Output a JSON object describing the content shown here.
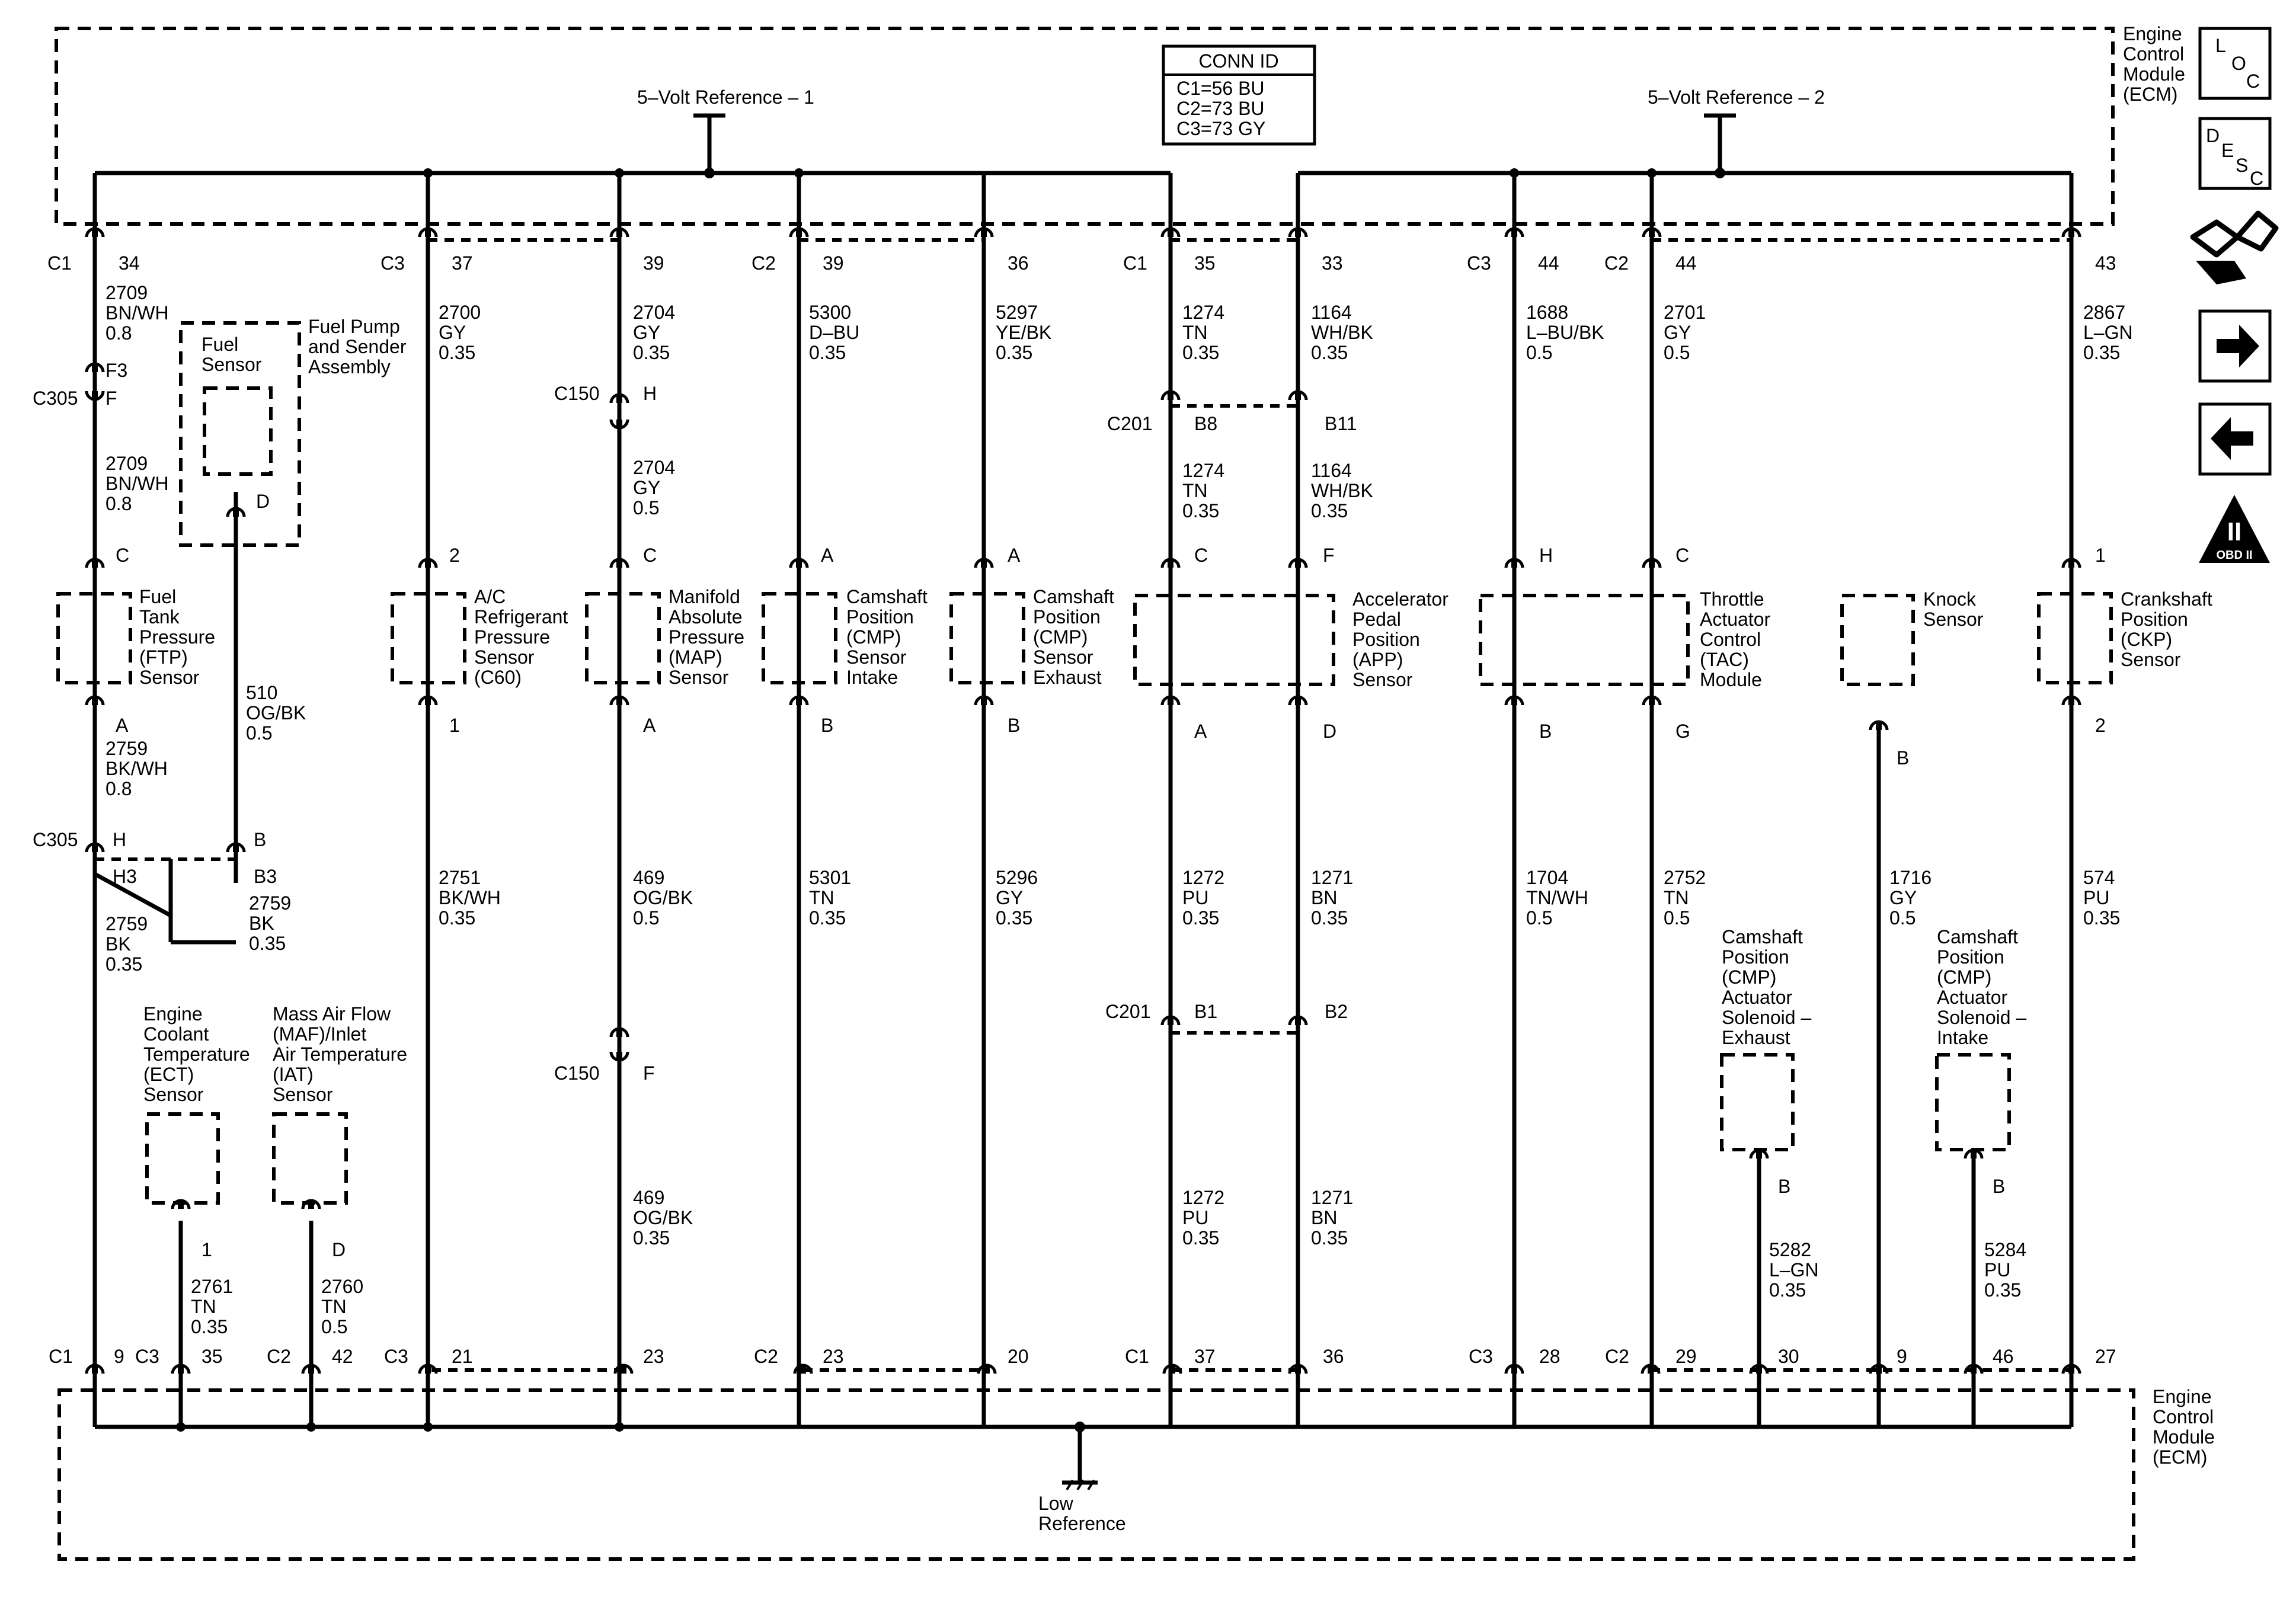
{
  "module_top": [
    "Engine",
    "Control",
    "Module",
    "(ECM)"
  ],
  "module_bottom": [
    "Engine",
    "Control",
    "Module",
    "(ECM)"
  ],
  "conn_id": {
    "title": "CONN ID",
    "lines": [
      "C1=56 BU",
      "C2=73 BU",
      "C3=73 GY"
    ]
  },
  "ref1": "5–Volt Reference – 1",
  "ref2": "5–Volt Reference – 2",
  "low_ref": [
    "Low",
    "Reference"
  ],
  "top_pins": [
    {
      "conn": "C1",
      "pin": "34"
    },
    {
      "conn": "C3",
      "pin": "37"
    },
    {
      "conn": "",
      "pin": "39"
    },
    {
      "conn": "C2",
      "pin": "39"
    },
    {
      "conn": "",
      "pin": "36"
    },
    {
      "conn": "C1",
      "pin": "35"
    },
    {
      "conn": "",
      "pin": "33"
    },
    {
      "conn": "C3",
      "pin": "44"
    },
    {
      "conn": "C2",
      "pin": "44"
    },
    {
      "conn": "",
      "pin": "43"
    }
  ],
  "top_wires": [
    [
      "2709",
      "BN/WH",
      "0.8"
    ],
    [
      "2700",
      "GY",
      "0.35"
    ],
    [
      "2704",
      "GY",
      "0.35"
    ],
    [
      "5300",
      "D–BU",
      "0.35"
    ],
    [
      "5297",
      "YE/BK",
      "0.35"
    ],
    [
      "1274",
      "TN",
      "0.35"
    ],
    [
      "1164",
      "WH/BK",
      "0.35"
    ],
    [
      "1688",
      "L–BU/BK",
      "0.5"
    ],
    [
      "2701",
      "GY",
      "0.5"
    ],
    [
      "2867",
      "L–GN",
      "0.35"
    ]
  ],
  "inline": {
    "c305_top": {
      "conn": "C305",
      "pin_top": "F3",
      "pin_bot": "F"
    },
    "ftp_upper_wire": [
      "2709",
      "BN/WH",
      "0.8"
    ],
    "c150_top": {
      "conn": "C150",
      "pin": "H"
    },
    "map_upper_wire": [
      "2704",
      "GY",
      "0.5"
    ],
    "c201_top": {
      "conn": "C201",
      "pin_a": "B8",
      "pin_b": "B11"
    },
    "app_wire_c": [
      "1274",
      "TN",
      "0.35"
    ],
    "app_wire_f": [
      "1164",
      "WH/BK",
      "0.35"
    ],
    "c305_bot": {
      "conn": "C305",
      "pin_a": "H",
      "pin_b": "B",
      "pin_a2": "H3",
      "pin_b2": "B3"
    },
    "ftp_lower_wire": [
      "2759",
      "BK/WH",
      "0.8"
    ],
    "fuel_sender_wire": [
      "510",
      "OG/BK",
      "0.5"
    ],
    "bk_wire_right": [
      "2759",
      "BK",
      "0.35"
    ],
    "bk_wire_left": [
      "2759",
      "BK",
      "0.35"
    ],
    "c150_bot": {
      "conn": "C150",
      "pin": "F"
    },
    "c201_bot": {
      "conn": "C201",
      "pin_a": "B1",
      "pin_b": "B2"
    }
  },
  "components": [
    {
      "name": [
        "Fuel",
        "Tank",
        "Pressure",
        "(FTP)",
        "Sensor"
      ],
      "pin_top": "C",
      "pin_bot": "A"
    },
    {
      "name": [
        "Fuel",
        "Sensor"
      ],
      "pin_bot": "D"
    },
    {
      "name": [
        "Fuel Pump",
        "and Sender",
        "Assembly"
      ]
    },
    {
      "name": [
        "A/C",
        "Refrigerant",
        "Pressure",
        "Sensor",
        "(C60)"
      ],
      "pin_top": "2",
      "pin_bot": "1"
    },
    {
      "name": [
        "Manifold",
        "Absolute",
        "Pressure",
        "(MAP)",
        "Sensor"
      ],
      "pin_top": "C",
      "pin_bot": "A"
    },
    {
      "name": [
        "Camshaft",
        "Position",
        "(CMP)",
        "Sensor",
        "Intake"
      ],
      "pin_top": "A",
      "pin_bot": "B"
    },
    {
      "name": [
        "Camshaft",
        "Position",
        "(CMP)",
        "Sensor",
        "Exhaust"
      ],
      "pin_top": "A",
      "pin_bot": "B"
    },
    {
      "name": [
        "Accelerator",
        "Pedal",
        "Position",
        "(APP)",
        "Sensor"
      ],
      "pin_top_a": "C",
      "pin_top_b": "F",
      "pin_bot_a": "A",
      "pin_bot_b": "D"
    },
    {
      "name": [
        "Throttle",
        "Actuator",
        "Control",
        "(TAC)",
        "Module"
      ],
      "pin_top_a": "H",
      "pin_top_b": "C",
      "pin_bot_a": "B",
      "pin_bot_b": "G"
    },
    {
      "name": [
        "Knock",
        "Sensor"
      ],
      "pin_bot": "B"
    },
    {
      "name": [
        "Crankshaft",
        "Position",
        "(CKP)",
        "Sensor"
      ],
      "pin_top": "1",
      "pin_bot": "2"
    },
    {
      "name": [
        "Engine",
        "Coolant",
        "Temperature",
        "(ECT)",
        "Sensor"
      ],
      "pin_bot": "1"
    },
    {
      "name": [
        "Mass Air Flow",
        "(MAF)/Inlet",
        "Air Temperature",
        "(IAT)",
        "Sensor"
      ],
      "pin_bot": "D"
    },
    {
      "name": [
        "Camshaft",
        "Position",
        "(CMP)",
        "Actuator",
        "Solenoid –",
        "Exhaust"
      ],
      "pin_bot": "B"
    },
    {
      "name": [
        "Camshaft",
        "Position",
        "(CMP)",
        "Actuator",
        "Solenoid –",
        "Intake"
      ],
      "pin_bot": "B"
    }
  ],
  "bottom_wires": [
    [
      "2751",
      "BK/WH",
      "0.35"
    ],
    [
      "469",
      "OG/BK",
      "0.5"
    ],
    [
      "5301",
      "TN",
      "0.35"
    ],
    [
      "5296",
      "GY",
      "0.35"
    ],
    [
      "1272",
      "PU",
      "0.35"
    ],
    [
      "1271",
      "BN",
      "0.35"
    ],
    [
      "1704",
      "TN/WH",
      "0.5"
    ],
    [
      "2752",
      "TN",
      "0.5"
    ],
    [
      "1716",
      "GY",
      "0.5"
    ],
    [
      "574",
      "PU",
      "0.35"
    ],
    [
      "469",
      "OG/BK",
      "0.35"
    ],
    [
      "1272",
      "PU",
      "0.35"
    ],
    [
      "1271",
      "BN",
      "0.35"
    ],
    [
      "2761",
      "TN",
      "0.35"
    ],
    [
      "2760",
      "TN",
      "0.5"
    ],
    [
      "5282",
      "L–GN",
      "0.35"
    ],
    [
      "5284",
      "PU",
      "0.35"
    ]
  ],
  "bottom_pins": [
    {
      "conn": "C1",
      "pin": "9"
    },
    {
      "conn": "C3",
      "pin": "35"
    },
    {
      "conn": "C2",
      "pin": "42"
    },
    {
      "conn": "C3",
      "pin": "21"
    },
    {
      "conn": "",
      "pin": "23"
    },
    {
      "conn": "C2",
      "pin": "23"
    },
    {
      "conn": "",
      "pin": "20"
    },
    {
      "conn": "C1",
      "pin": "37"
    },
    {
      "conn": "",
      "pin": "36"
    },
    {
      "conn": "C3",
      "pin": "28"
    },
    {
      "conn": "C2",
      "pin": "29"
    },
    {
      "conn": "",
      "pin": "30"
    },
    {
      "conn": "",
      "pin": "9"
    },
    {
      "conn": "",
      "pin": "46"
    },
    {
      "conn": "",
      "pin": "27"
    }
  ],
  "nav": {
    "loc": [
      "L",
      "O",
      "C"
    ],
    "desc": [
      "D",
      "E",
      "S",
      "C"
    ],
    "obd": {
      "big": "II",
      "small": "OBD II"
    },
    "icons": [
      "connector-view-icon",
      "next-page-arrow-icon",
      "previous-page-arrow-icon"
    ]
  }
}
